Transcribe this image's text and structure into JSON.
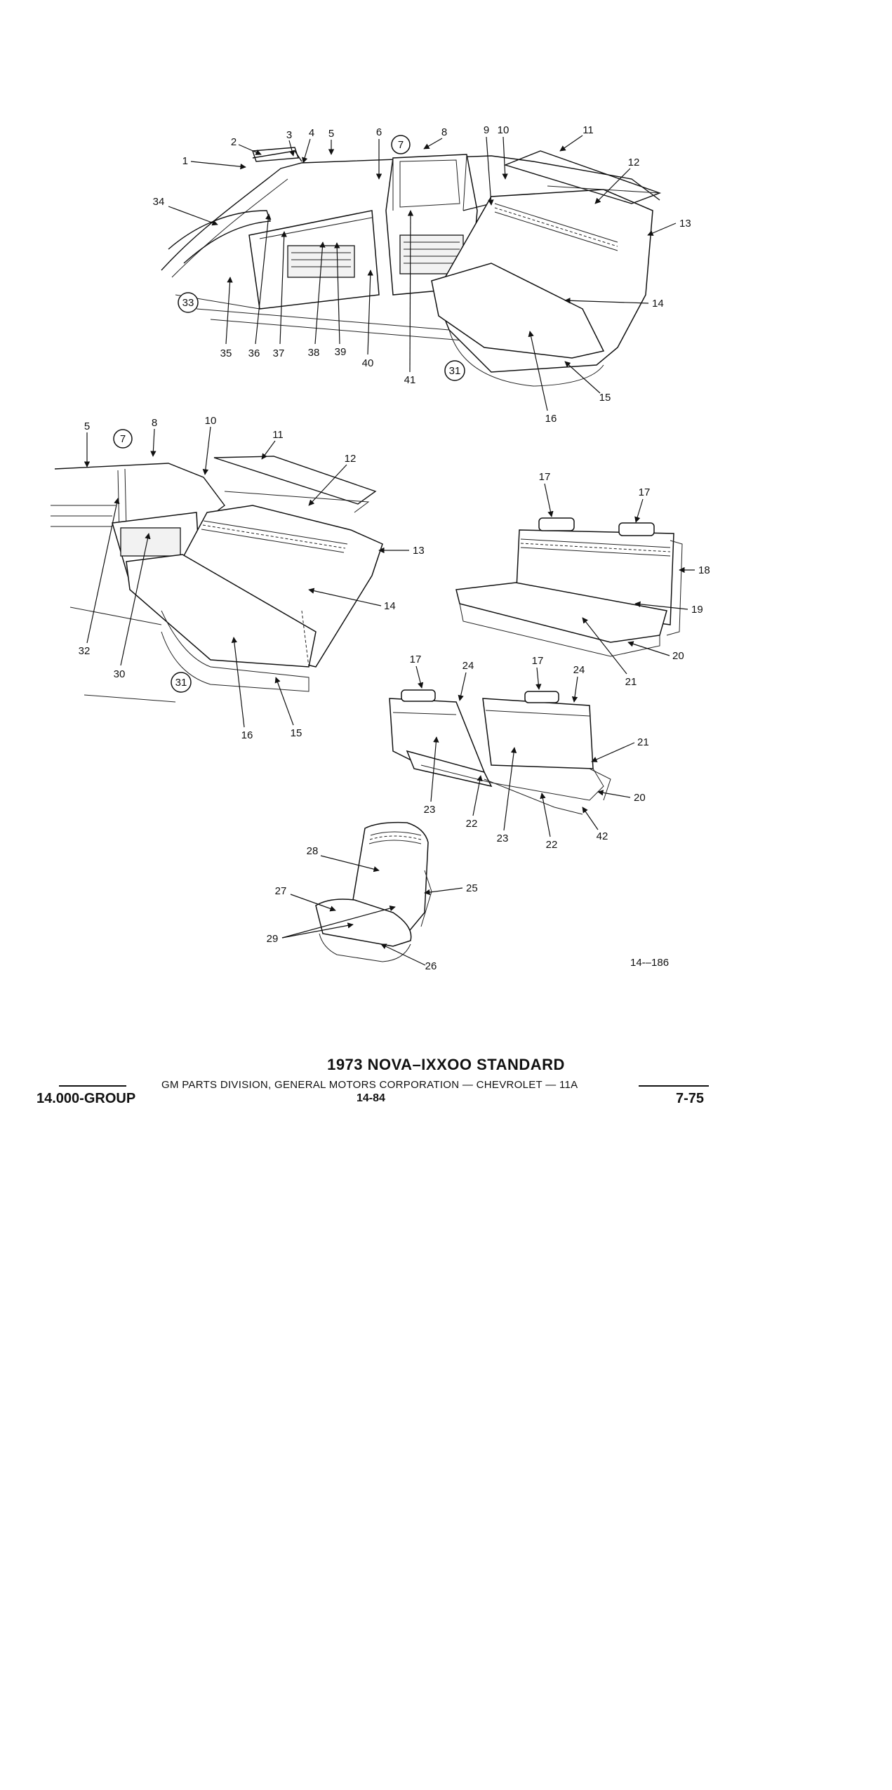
{
  "title": "1973 NOVA–IXXOO STANDARD",
  "subtitle": "GM PARTS DIVISION, GENERAL MOTORS CORPORATION — CHEVROLET — 11A",
  "group": "14.000-GROUP",
  "page": "14-84",
  "date": "7-75",
  "figure_number": "14-–186",
  "callouts": {
    "c1": "1",
    "c2": "2",
    "c3": "3",
    "c4": "4",
    "c5": "5",
    "c6": "6",
    "c7": "7",
    "c8": "8",
    "c9": "9",
    "c10": "10",
    "c11": "11",
    "c12": "12",
    "c13": "13",
    "c14": "14",
    "c15": "15",
    "c16": "16",
    "c17": "17",
    "c18": "18",
    "c19": "19",
    "c20": "20",
    "c21": "21",
    "c22": "22",
    "c23": "23",
    "c24": "24",
    "c25": "25",
    "c26": "26",
    "c27": "27",
    "c28": "28",
    "c29": "29",
    "c30": "30",
    "c31": "31",
    "c32": "32",
    "c33": "33",
    "c34": "34",
    "c35": "35",
    "c36": "36",
    "c37": "37",
    "c38": "38",
    "c39": "39",
    "c40": "40",
    "c41": "41",
    "c42": "42"
  }
}
